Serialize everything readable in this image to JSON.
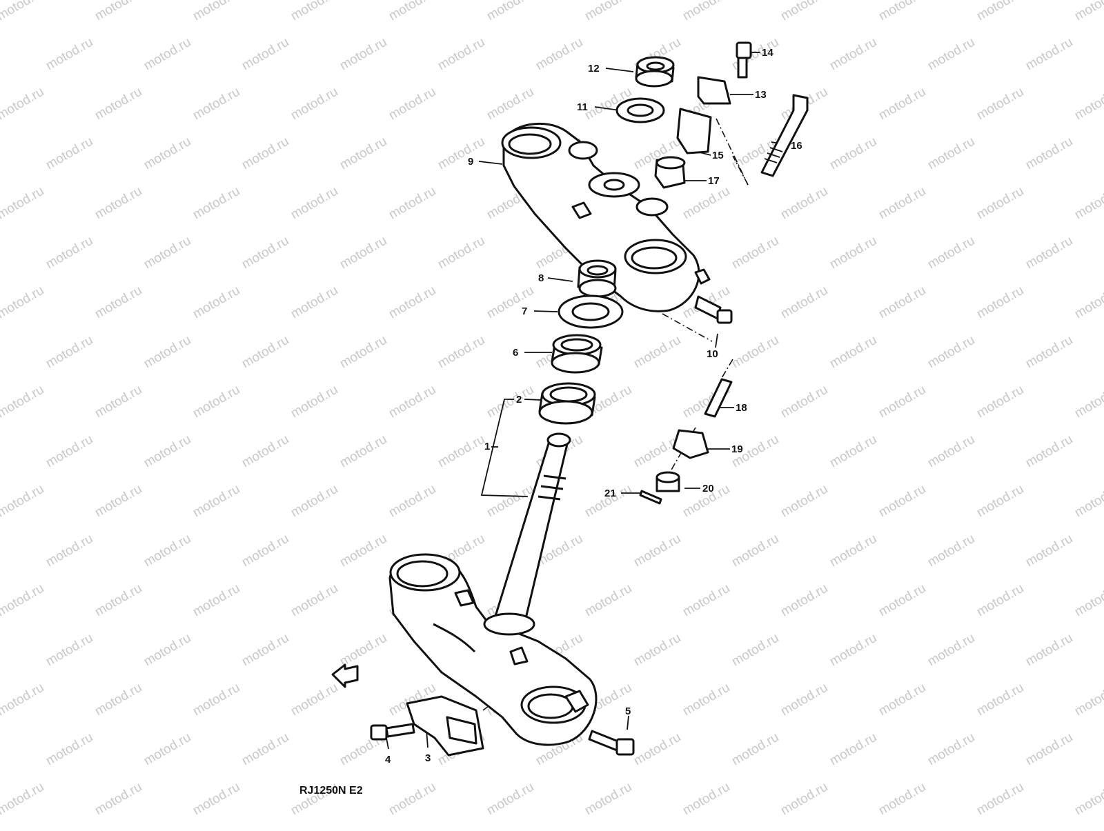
{
  "watermark": {
    "text": "motod.ru",
    "color": "#c8c8c8"
  },
  "diagram_code": "RJ1250N E2",
  "callouts": [
    "1",
    "2",
    "3",
    "4",
    "5",
    "6",
    "7",
    "8",
    "9",
    "10",
    "11",
    "12",
    "13",
    "14",
    "15",
    "16",
    "17",
    "18",
    "19",
    "20",
    "21"
  ],
  "direction_arrow": {
    "icon": "front-arrow-icon",
    "text": ""
  }
}
